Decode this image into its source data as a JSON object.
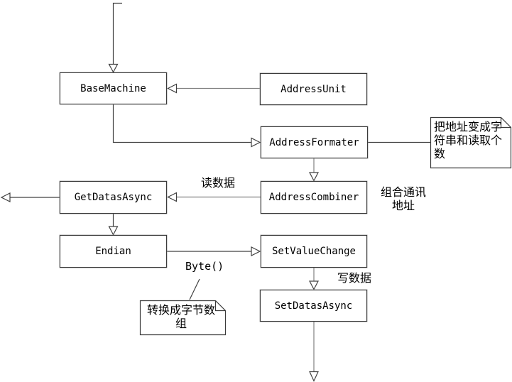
{
  "diagram": {
    "nodes": {
      "base_machine": "BaseMachine",
      "address_unit": "AddressUnit",
      "address_formater": "AddressFormater",
      "address_combiner": "AddressCombiner",
      "get_datas_async": "GetDatasAsync",
      "endian": "Endian",
      "set_value_change": "SetValueChange",
      "set_datas_async": "SetDatasAsync"
    },
    "notes": {
      "address_note": "把地址变成字符串和读取个数",
      "byte_note": "转换成字节数组"
    },
    "edge_labels": {
      "read_data": "读数据",
      "write_data": "写数据",
      "combine_address": "组合通讯\n地址",
      "byte_call": "Byte()"
    },
    "colors": {
      "line_gray": "#808080",
      "line_dark": "#404040",
      "border": "#3a3a3a",
      "text": "#000000",
      "background": "#ffffff"
    }
  }
}
